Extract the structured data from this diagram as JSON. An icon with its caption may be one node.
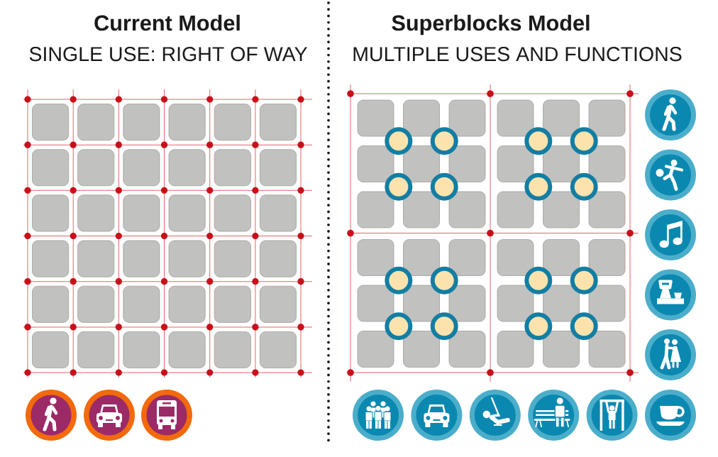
{
  "diagram": {
    "labels": [
      "Current Model",
      "SINGLE USE: RIGHT OF WAY",
      "Superblocks Model",
      "MULTIPLE USES AND FUNCTIONS"
    ]
  }
}
